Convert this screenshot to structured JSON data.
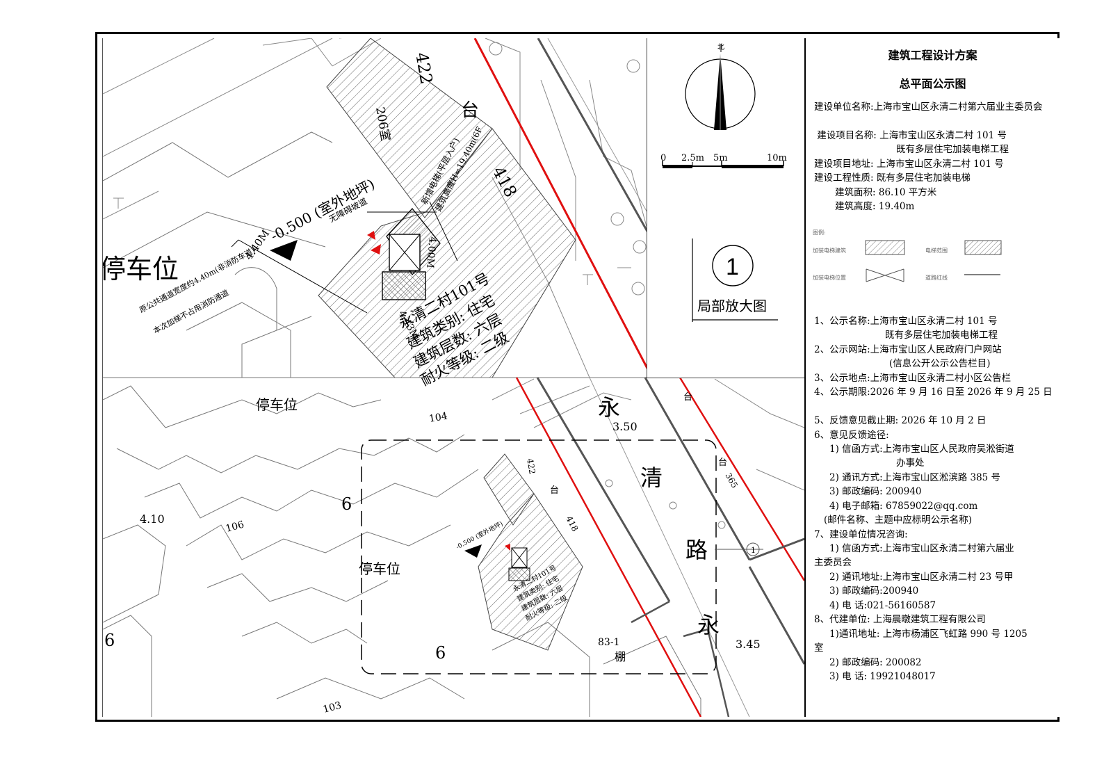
{
  "title": "建筑工程设计方案",
  "subtitle": "总平面公示图",
  "project": {
    "unit_label": "建设单位名称:",
    "unit": "上海市宝山区永清二村第六届业主委员会",
    "name_label": "建设项目名称:",
    "name_line1": "上海市宝山区永清二村 101 号",
    "name_line2": "既有多层住宅加装电梯工程",
    "address_label": "建设项目地址:",
    "address": "上海市宝山区永清二村 101 号",
    "nature_label": "建设工程性质:",
    "nature": "既有多层住宅加装电梯",
    "area_label": "建筑面积:",
    "area": "86.10 平方米",
    "height_label": "建筑高度:",
    "height": "19.40m"
  },
  "legend": {
    "title": "图例:",
    "items": [
      "加装电梯建筑",
      "电梯范围",
      "加装电梯位置",
      "道路红线"
    ]
  },
  "notice": [
    {
      "label": "1、公示名称:",
      "value": "上海市宝山区永清二村 101 号",
      "value2": "既有多层住宅加装电梯工程"
    },
    {
      "label": "2、公示网站:",
      "value": "上海市宝山区人民政府门户网站",
      "value2": "(信息公开公示公告栏目)"
    },
    {
      "label": "3、公示地点:",
      "value": "上海市宝山区永清二村小区公告栏"
    },
    {
      "label": "4、公示期限:",
      "value": "2026 年 9 月 16 日至 2026 年 9 月 25 日"
    },
    {
      "label": "5、反馈意见截止期:",
      "value": "2026 年 10 月 2 日"
    }
  ],
  "feedback": {
    "heading": "6、意见反馈途径:",
    "letter": "1) 信函方式:上海市宝山区人民政府吴淞街道",
    "letter2": "办事处",
    "comm": "2) 通讯方式:上海市宝山区淞滨路 385 号",
    "post": "3) 邮政编码: 200940",
    "email": "4) 电子邮箱: 67859022@qq.com",
    "note": "(邮件名称、主题中应标明公示名称)"
  },
  "unit_contact": {
    "heading": "7、建设单位情况咨询:",
    "letter": "1) 信函方式:上海市宝山区永清二村第六届业",
    "letter2": "主委员会",
    "addr": "2) 通讯地址:上海市宝山区永清二村 23 号甲",
    "post": "3) 邮政编码:200940",
    "tel": "4) 电    话:021-56160587"
  },
  "agent": {
    "heading": "8、代建单位: 上海晨暾建筑工程有限公司",
    "addr": "1)通讯地址: 上海市杨浦区飞虹路 990 号 1205",
    "addr2": "室",
    "post": "2) 邮政编码: 200082",
    "tel": "3) 电    话: 19921048017"
  },
  "compass": {
    "north": "北",
    "scale": [
      "0",
      "2.5m",
      "5m",
      "10m"
    ]
  },
  "detail_label": {
    "number": "1",
    "text": "局部放大图"
  },
  "map_labels": {
    "parking": "停车位",
    "parking_partial": "停车位",
    "elev1": "-0.500 (室外地坪)",
    "elev2": "-0.500 (室外地坪)",
    "dim_width": "4.40M",
    "dim_depth": "4.43M",
    "dim_side": "4.00M",
    "barrier_free": "无障碍坡道",
    "new_elev1": "新增电梯(平层入户)",
    "new_elev2": "建筑高度H=19.40m(6F",
    "road_note1": "原公共通道宽度约4.40m(非消防车道)",
    "road_note2": "本次加梯不占用消防通道",
    "bldg_name": "永清二村101号",
    "bldg_type": "建筑类别: 住宅",
    "bldg_floors": "建筑层数: 六层",
    "bldg_fire": "耐火等级: 二级",
    "small_bldg_name": "永清二村101号",
    "small_type": "建筑类别: 住宅",
    "small_floors": "建筑层数: 六层",
    "small_fire": "耐火等级: 二级",
    "n422": "422",
    "n418": "418",
    "n422b": "422",
    "n418b": "418",
    "n206": "206室",
    "tai": "台",
    "tai2": "台",
    "tai3": "台",
    "tai4": "台",
    "road1": "永",
    "road2": "清",
    "road3": "路",
    "road4": "永",
    "e350": "3.50",
    "e345": "3.45",
    "e410": "4.10",
    "b104": "104",
    "b106": "106",
    "b103": "103",
    "b365": "365",
    "b831": "83-1",
    "shed": "棚",
    "six1": "6",
    "six2": "6",
    "six3": "6",
    "one": "1"
  },
  "colors": {
    "red_line": "#e01010",
    "hatch": "#555555",
    "frame": "#000000"
  }
}
